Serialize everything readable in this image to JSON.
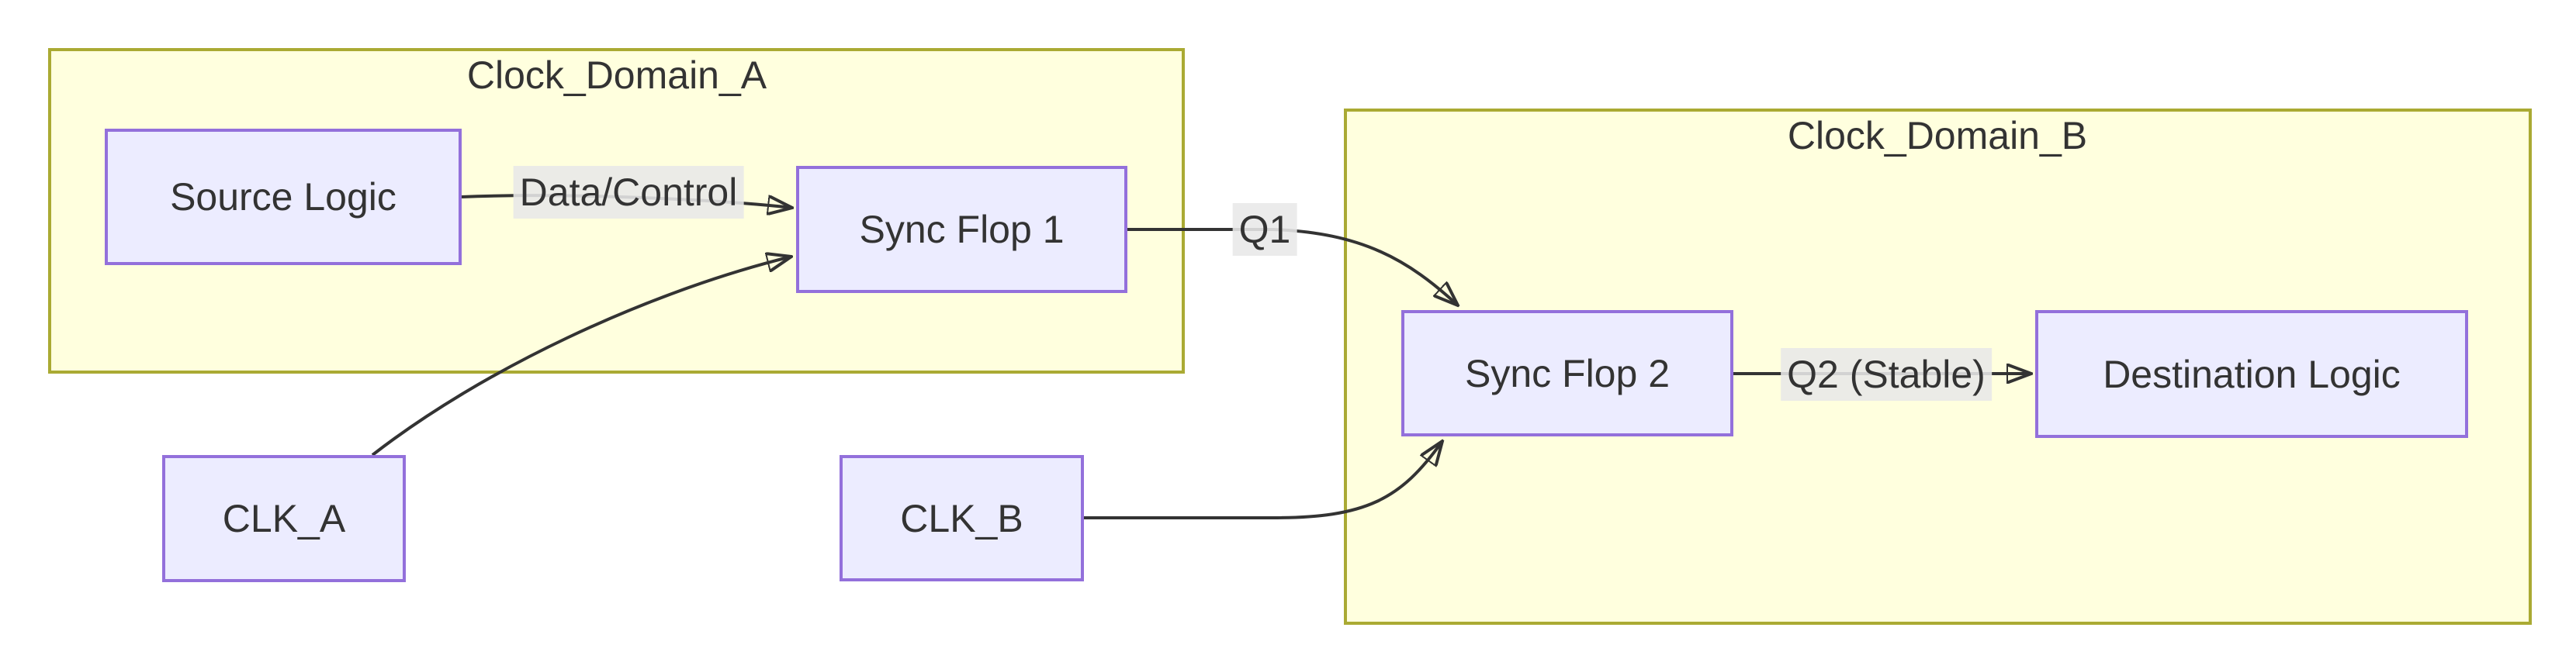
{
  "diagram": {
    "kind": "flowchart",
    "clusters": [
      {
        "label": "Clock_Domain_A"
      },
      {
        "label": "Clock_Domain_B"
      }
    ],
    "nodes": [
      {
        "label": "Source Logic"
      },
      {
        "label": "Sync Flop 1"
      },
      {
        "label": "Sync Flop 2"
      },
      {
        "label": "Destination Logic"
      },
      {
        "label": "CLK_A"
      },
      {
        "label": "CLK_B"
      }
    ],
    "edge_labels": [
      {
        "label": "Data/Control"
      },
      {
        "label": "Q1"
      },
      {
        "label": "Q2 (Stable)"
      }
    ],
    "edges": [
      {
        "from": "Source Logic",
        "to": "Sync Flop 1",
        "label": "Data/Control"
      },
      {
        "from": "CLK_A",
        "to": "Sync Flop 1",
        "label": ""
      },
      {
        "from": "Sync Flop 1",
        "to": "Sync Flop 2",
        "label": "Q1"
      },
      {
        "from": "CLK_B",
        "to": "Sync Flop 2",
        "label": ""
      },
      {
        "from": "Sync Flop 2",
        "to": "Destination Logic",
        "label": "Q2 (Stable)"
      }
    ],
    "colors": {
      "cluster_fill": "#ffffde",
      "cluster_border": "#aaaa33",
      "node_fill": "#ececff",
      "node_border": "#9370db",
      "edge_stroke": "#333333",
      "label_bg": "#e8e8e8",
      "text": "#333333",
      "background": "#ffffff"
    }
  }
}
